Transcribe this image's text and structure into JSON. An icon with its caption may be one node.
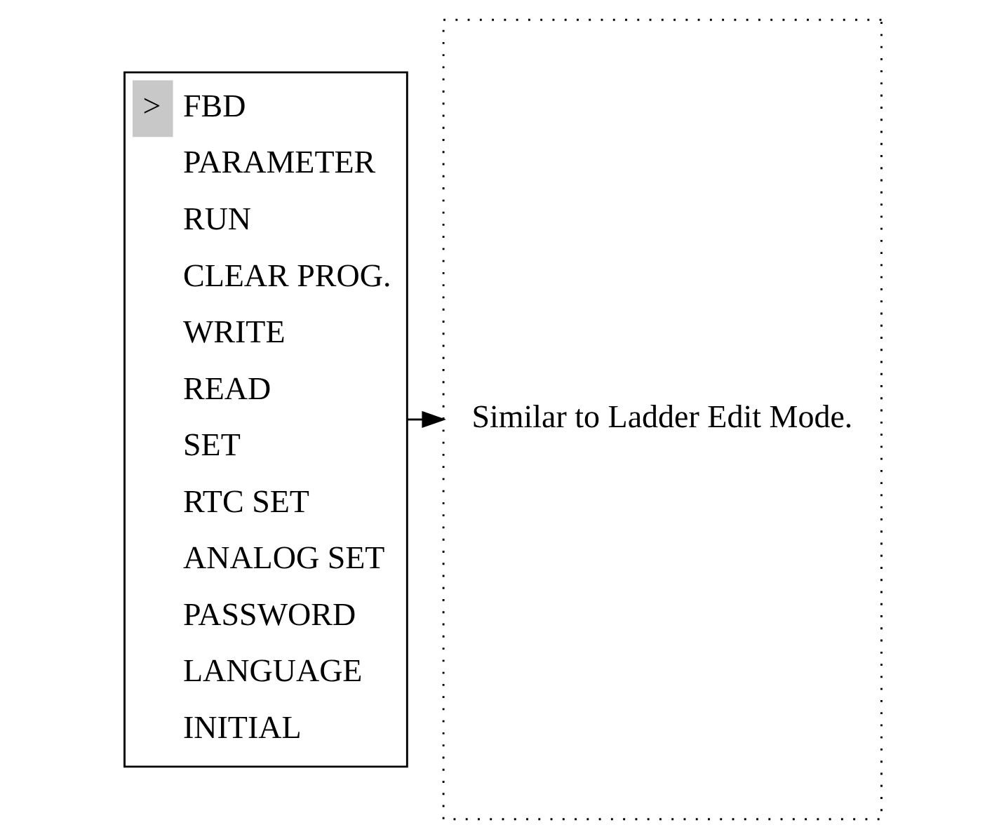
{
  "diagram": {
    "nodes": [
      {
        "text": [
          ">",
          "FBD",
          "PARAMETER",
          "RUN",
          "CLEAR PROG.",
          "WRITE",
          "READ",
          "SET",
          "RTC SET",
          "ANALOG SET",
          "PASSWORD",
          "LANGUAGE",
          "INITIAL"
        ]
      },
      {
        "text": [
          "Similar to Ladder Edit Mode."
        ]
      }
    ],
    "edges": [
      {
        "from": 0,
        "to": 1,
        "arrow": "to"
      }
    ]
  }
}
